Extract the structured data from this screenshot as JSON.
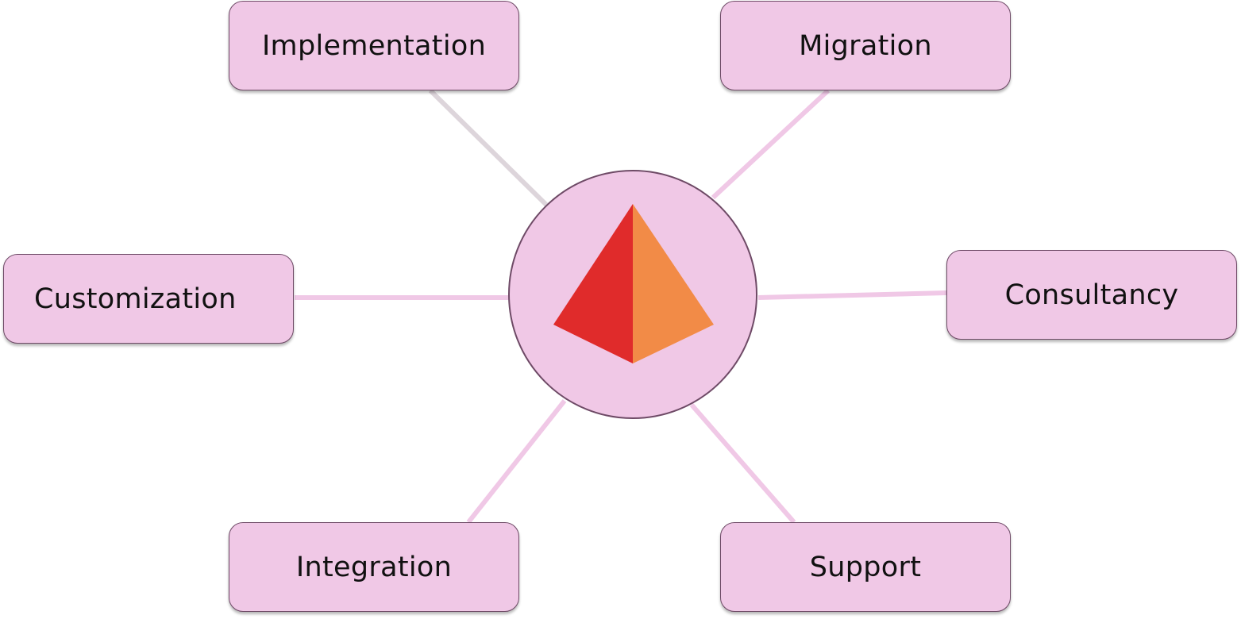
{
  "hub": {
    "icon": "pyramid-logo-icon",
    "colors": {
      "left_face": "#e02b2b",
      "right_face": "#f28b47",
      "fill": "#f0c8e6",
      "border": "#6e4a66"
    }
  },
  "nodes": [
    {
      "id": "implementation",
      "label": "Implementation"
    },
    {
      "id": "migration",
      "label": "Migration"
    },
    {
      "id": "customization",
      "label": "Customization"
    },
    {
      "id": "consultancy",
      "label": "Consultancy"
    },
    {
      "id": "integration",
      "label": "Integration"
    },
    {
      "id": "support",
      "label": "Support"
    }
  ],
  "colors": {
    "node_fill": "#f0c8e6",
    "node_border": "#6e4a66",
    "connector": "#f0c8e6",
    "connector_muted": "#ddd5db"
  }
}
